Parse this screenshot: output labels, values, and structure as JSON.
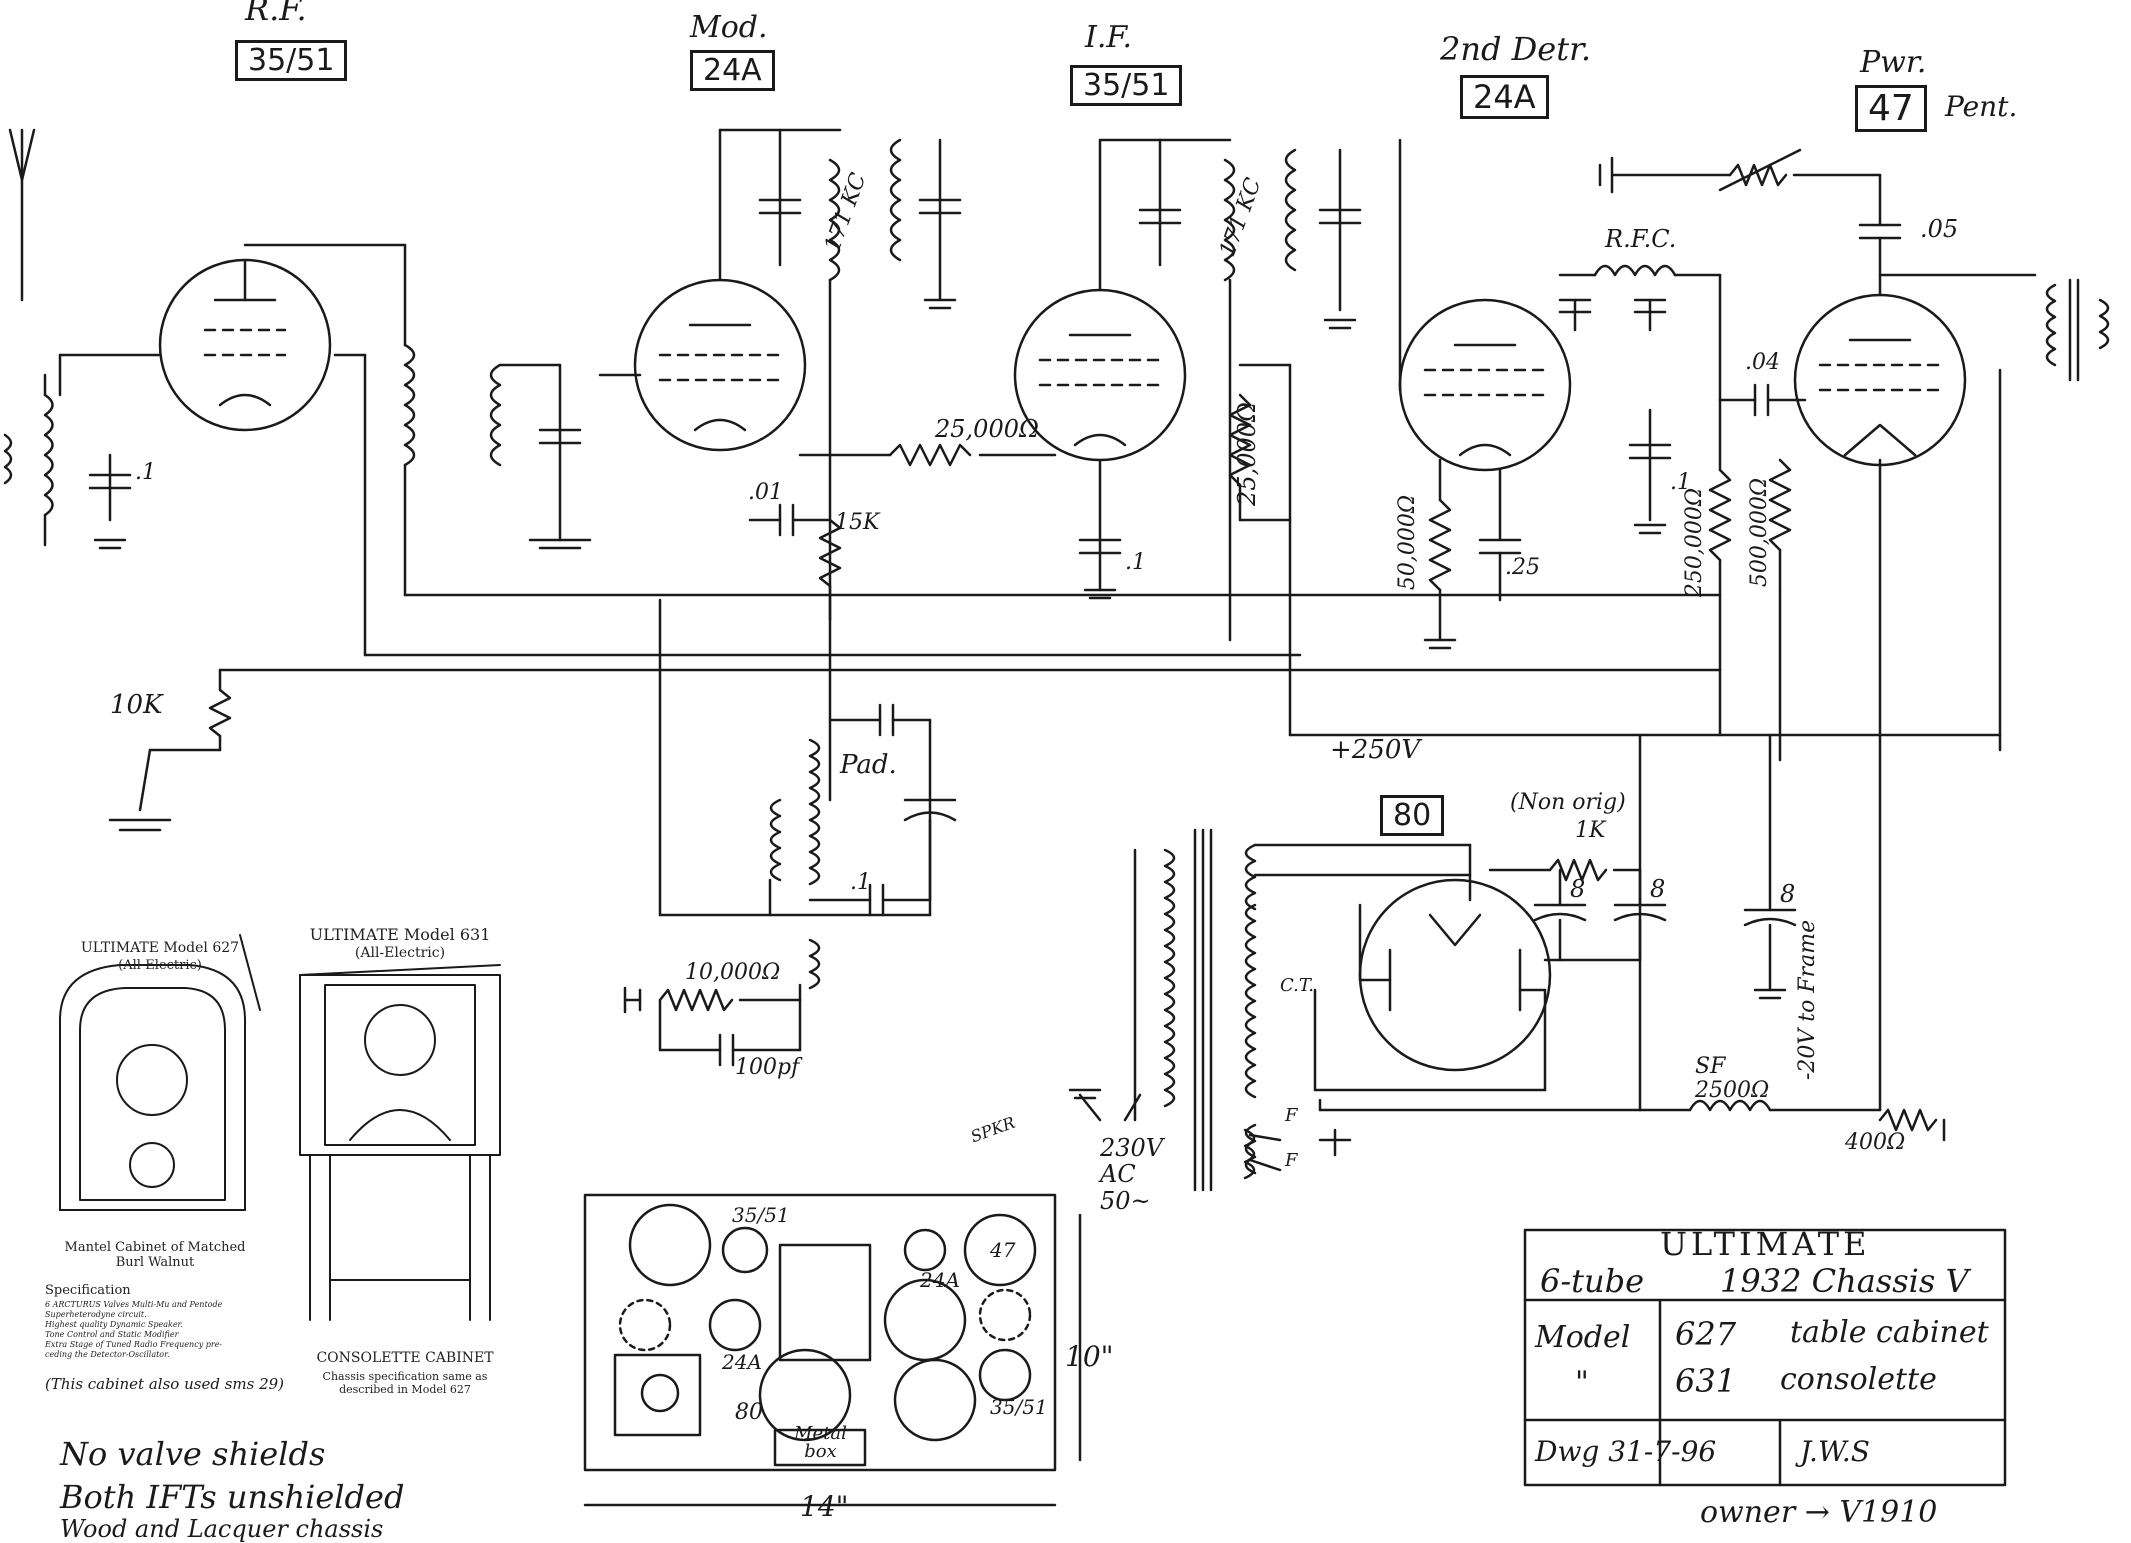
{
  "stages": {
    "rf": {
      "label": "R.F.",
      "tube": "35/51"
    },
    "mod": {
      "label": "Mod.",
      "tube": "24A"
    },
    "if": {
      "label": "I.F.",
      "tube": "35/51"
    },
    "det": {
      "label": "2nd Detr.",
      "tube": "24A"
    },
    "pwr": {
      "label": "Pwr.",
      "tube": "47",
      "suffix": "Pent."
    }
  },
  "components": {
    "if_freq_1": "171 KC",
    "if_freq_2": "171 KC",
    "r_25k_a": "25,000Ω",
    "r_25k_b": "25,000Ω",
    "c_01": ".01",
    "r_15k": "15K",
    "c_1a": ".1",
    "c_1b": ".1",
    "c_1c": ".1",
    "c_1d": ".1",
    "r_50000": "50,000Ω",
    "c_25": ".25",
    "rfc": "R.F.C.",
    "c_05": ".05",
    "c_04": ".04",
    "r_250000": "250,000Ω",
    "r_500000": "500,000Ω",
    "r_10k_vol": "10K",
    "r_10000": "10,000Ω",
    "c_100pf": "100pf",
    "pad": "Pad.",
    "b_plus": "+250V",
    "rect_tube": "80",
    "non_orig": "(Non orig)",
    "r_1k": "1K",
    "c_8a": "8",
    "c_8b": "8",
    "c_8c": "8",
    "ct": "C.T.",
    "mains": "230V AC 50~",
    "fil_f1": "F",
    "fil_f2": "F",
    "field": "SF 2500Ω",
    "r_400": "400Ω",
    "bias_note": "-20V to Frame"
  },
  "cabinet_627": {
    "title": "ULTIMATE Model 627",
    "subtitle": "(All-Electric)",
    "caption": "Mantel Cabinet of Matched Burl Walnut",
    "spec_heading": "Specification",
    "spec_lines": [
      "6 ARCTURUS Valves Multi-Mu and Pentode",
      "Superheterodyne circuit.",
      "Highest quality Dynamic Speaker.",
      "Tone Control and Static Modifier",
      "Extra Stage of Tuned Radio Frequency pre-",
      "ceding the Detector-Oscillator."
    ],
    "handnote": "(This cabinet also used   sms 29)"
  },
  "cabinet_631": {
    "title": "ULTIMATE Model 631",
    "subtitle": "(All-Electric)",
    "caption": "CONSOLETTE CABINET",
    "caption2": "Chassis specification same as described in Model 627"
  },
  "chassis": {
    "tube_35_51_top": "35/51",
    "tube_24a_top": "24A",
    "tube_47": "47",
    "tube_24a_mid": "24A",
    "tube_80": "80",
    "tube_35_51_right": "35/51",
    "metal_box": "Metal box",
    "width": "14\"",
    "height": "10\"",
    "spk": "SPKR"
  },
  "notes": {
    "line1": "No valve shields",
    "line2": "Both IFTs unshielded",
    "line3": "Wood and Lacquer chassis"
  },
  "title_block": {
    "brand": "ULTIMATE",
    "tubes": "6-tube",
    "year": "1932 Chassis V",
    "model_label": "Model",
    "model_627": "627",
    "model_627_desc": "table cabinet",
    "ditto": "\"",
    "model_631": "631",
    "model_631_desc": "consolette",
    "dwg": "Dwg 31-7-96",
    "drawn_by": "J.W.S",
    "owner": "owner → V1910"
  }
}
